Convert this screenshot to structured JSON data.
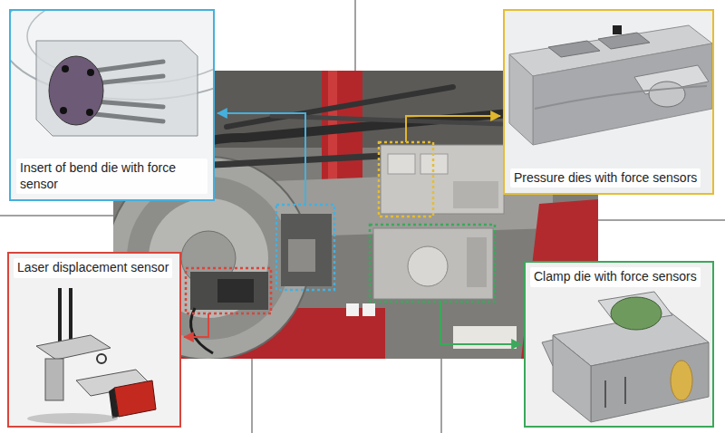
{
  "diagram": {
    "nodes": [
      {
        "text": [
          "Insert of bend die with force sensor"
        ]
      },
      {
        "text": [
          "Pressure dies with force sensors"
        ]
      },
      {
        "text": [
          "Laser displacement sensor"
        ]
      },
      {
        "text": [
          "Clamp die with force sensors"
        ]
      }
    ]
  }
}
